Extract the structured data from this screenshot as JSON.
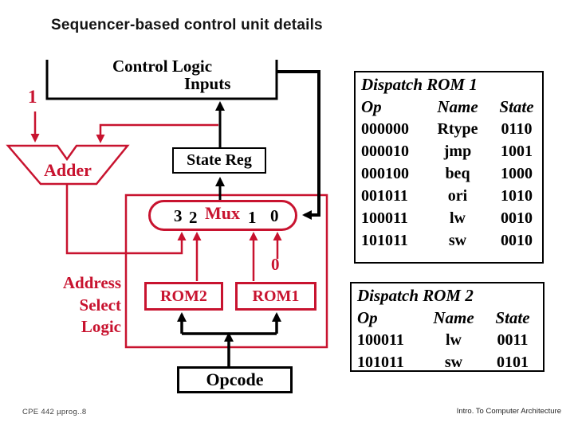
{
  "slide": {
    "title": "Sequencer-based control unit details",
    "footer_left": "CPE 442  µprog..8",
    "footer_right": "Intro. To Computer Architecture"
  },
  "diagram": {
    "control_logic": {
      "line1": "Control Logic",
      "line2": "Inputs"
    },
    "adder_constant": "1",
    "adder_label": "Adder",
    "state_reg_label": "State Reg",
    "mux": {
      "label": "Mux",
      "ports": [
        "3",
        "2",
        "1",
        "0"
      ]
    },
    "mux_constant_zero": "0",
    "address_select_logic": {
      "lines": [
        "Address",
        "Select",
        "Logic"
      ]
    },
    "rom2_label": "ROM2",
    "rom1_label": "ROM1",
    "opcode_label": "Opcode"
  },
  "dispatch_rom1": {
    "title": "Dispatch ROM 1",
    "headers": {
      "op": "Op",
      "name": "Name",
      "state": "State"
    },
    "rows": [
      {
        "op": "000000",
        "name": "Rtype",
        "state": "0110"
      },
      {
        "op": "000010",
        "name": "jmp",
        "state": "1001"
      },
      {
        "op": "000100",
        "name": "beq",
        "state": "1000"
      },
      {
        "op": "001011",
        "name": "ori",
        "state": "1010"
      },
      {
        "op": "100011",
        "name": "lw",
        "state": "0010"
      },
      {
        "op": "101011",
        "name": "sw",
        "state": "0010"
      }
    ]
  },
  "dispatch_rom2": {
    "title": "Dispatch ROM 2",
    "headers": {
      "op": "Op",
      "name": "Name",
      "state": "State"
    },
    "rows": [
      {
        "op": "100011",
        "name": "lw",
        "state": "0011"
      },
      {
        "op": "101011",
        "name": "sw",
        "state": "0101"
      }
    ]
  },
  "colors": {
    "accent_red": "#c8132f",
    "wire_black": "#000000"
  }
}
